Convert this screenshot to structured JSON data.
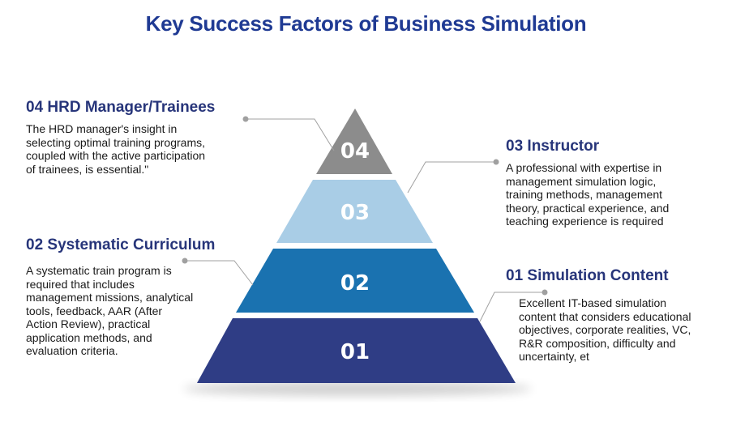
{
  "title": "Key Success Factors of Business Simulation",
  "levels": [
    {
      "number": "04",
      "heading": "04 HRD Manager/Trainees",
      "color": "#8c8c8c",
      "lines": [
        "The HRD manager's insight in",
        "selecting optimal training programs,",
        "coupled with the active participation",
        "of trainees, is essential.\""
      ]
    },
    {
      "number": "03",
      "heading": "03 Instructor",
      "color": "#a9cde6",
      "lines": [
        "A professional with expertise in",
        "management simulation logic,",
        "training methods, management",
        "theory, practical experience, and",
        "teaching experience is required"
      ]
    },
    {
      "number": "02",
      "heading": "02 Systematic Curriculum",
      "color": "#1a72b0",
      "lines": [
        "A systematic train program is",
        "required that includes",
        "management missions, analytical",
        "tools, feedback, AAR (After",
        "Action Review), practical",
        "application methods, and",
        "evaluation criteria."
      ]
    },
    {
      "number": "01",
      "heading": "01 Simulation Content",
      "color": "#2f3d85",
      "lines": [
        "Excellent IT-based simulation",
        "content that considers educational",
        "objectives, corporate realities, VC,",
        "R&R composition, difficulty and",
        "uncertainty, et"
      ]
    }
  ],
  "connector_color": "#a0a0a0"
}
